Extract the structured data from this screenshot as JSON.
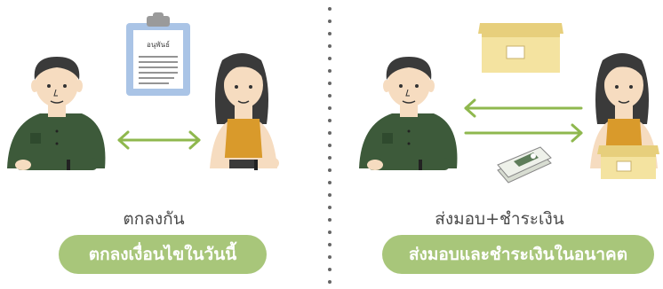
{
  "left": {
    "document_label": "อนุพันธ์",
    "caption": "ตกลงกัน",
    "pill": "ตกลงเงื่อนไขในวันนี้"
  },
  "right": {
    "caption": "ส่งมอบ+ชำระเงิน",
    "pill": "ส่งมอบและชำระเงินในอนาคต"
  },
  "colors": {
    "pill": "#a8c67a",
    "arrow": "#8fb84e",
    "man_shirt": "#3d5a3a",
    "woman_shirt": "#d99a2b",
    "skin": "#f6dcc0",
    "hair": "#3a3a3a",
    "box": "#f4e3a0",
    "clipboard": "#aac4e6",
    "dots": "#666666"
  }
}
